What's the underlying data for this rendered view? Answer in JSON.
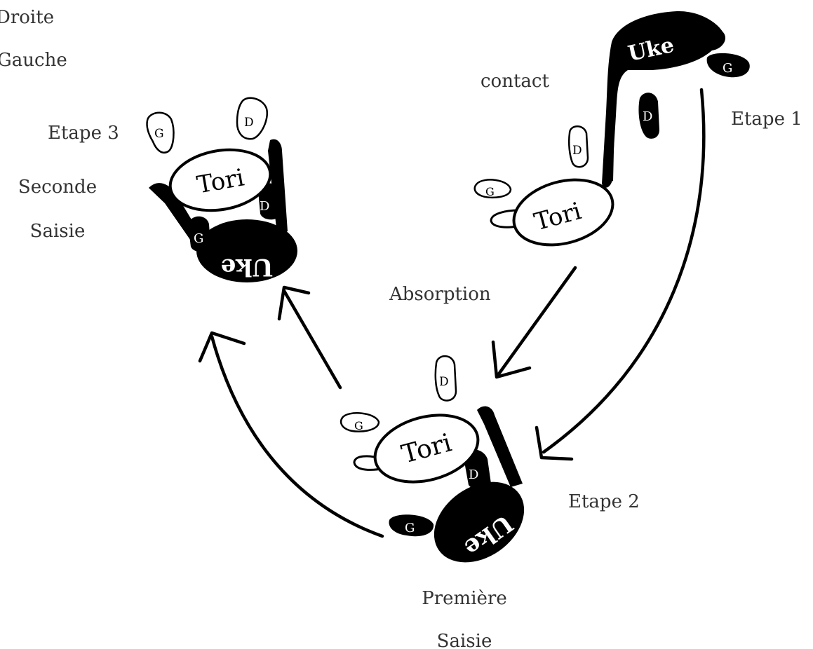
{
  "legend": {
    "right": "Droite",
    "left": "Gauche"
  },
  "steps": {
    "step1": {
      "label": "Etape 1",
      "phase": "contact"
    },
    "step2": {
      "label": "Etape 2",
      "phase_line1": "Première",
      "phase_line2": "Saisie"
    },
    "step3": {
      "label": "Etape 3",
      "phase_line1": "Seconde",
      "phase_line2": "Saisie"
    }
  },
  "transition": {
    "label": "Absorption"
  },
  "roles": {
    "tori": "Tori",
    "uke": "Uke"
  },
  "feet": {
    "right": "D",
    "left": "G"
  },
  "colors": {
    "uke": "#000000",
    "tori": "#ffffff",
    "text": "#333333"
  }
}
